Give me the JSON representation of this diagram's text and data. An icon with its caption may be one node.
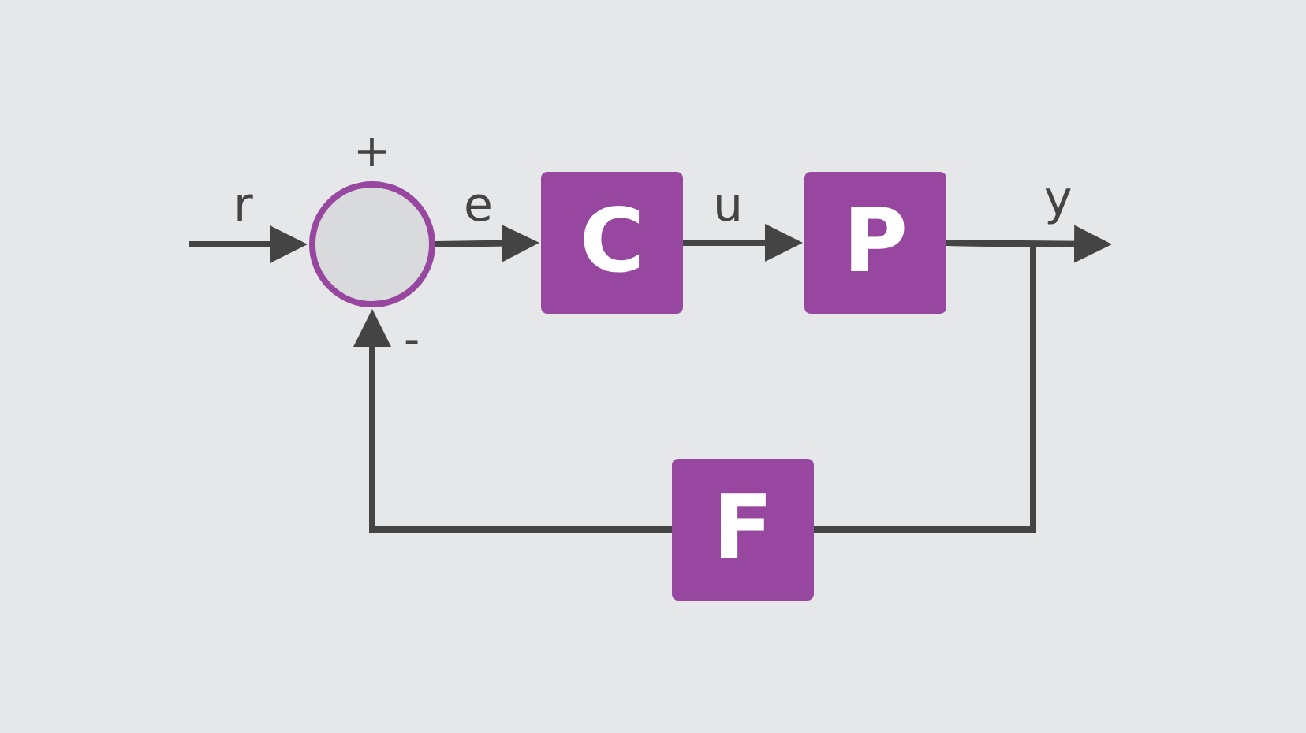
{
  "diagram": {
    "nodes": [
      {
        "text": [],
        "shape": "circle",
        "beside": [
          "+",
          "-"
        ]
      },
      {
        "text": [
          "C"
        ]
      },
      {
        "text": [
          "P"
        ]
      },
      {
        "text": [
          "F"
        ]
      }
    ],
    "edges": [
      {
        "from": null,
        "to": 0,
        "arrow": "to",
        "label": "r"
      },
      {
        "from": 0,
        "to": 1,
        "arrow": "to",
        "label": "e"
      },
      {
        "from": 1,
        "to": 2,
        "arrow": "to",
        "label": "u"
      },
      {
        "from": 2,
        "to": null,
        "arrow": "to",
        "label": "y"
      },
      {
        "from": 2,
        "to": 3,
        "arrow": "none"
      },
      {
        "from": 3,
        "to": 0,
        "arrow": "to"
      }
    ]
  }
}
